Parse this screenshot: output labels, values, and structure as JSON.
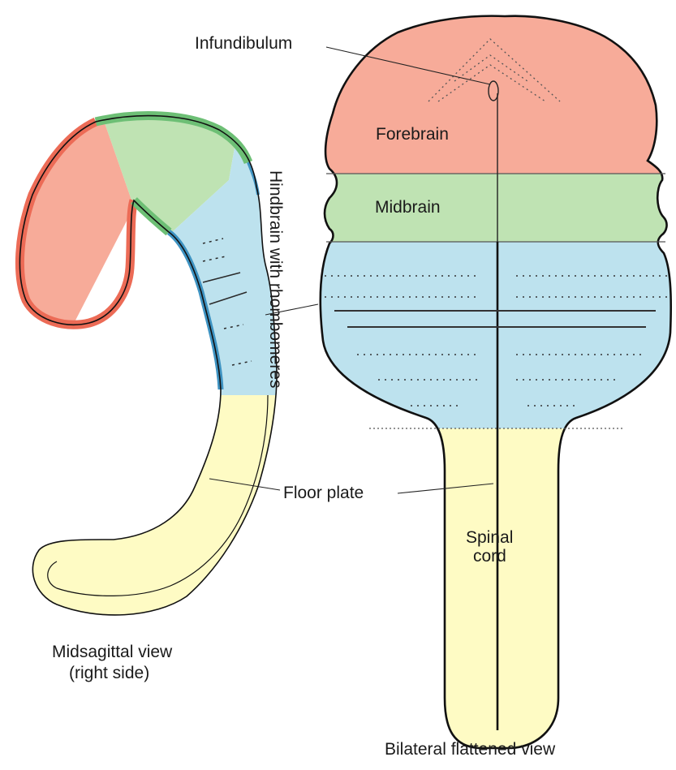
{
  "diagram": {
    "labels": {
      "infundibulum": "Infundibulum",
      "forebrain": "Forebrain",
      "midbrain": "Midbrain",
      "hindbrain": "Hindbrain with rhombomeres",
      "floor_plate": "Floor plate",
      "spinal_cord_line1": "Spinal",
      "spinal_cord_line2": "cord"
    },
    "captions": {
      "midsagittal_line1": "Midsagittal view",
      "midsagittal_line2": "(right side)",
      "bilateral": "Bilateral flattened view"
    },
    "colors": {
      "forebrain": "#f7ab99",
      "forebrain_wall": "#ec6b56",
      "midbrain": "#bfe3b3",
      "midbrain_wall": "#6dbf75",
      "hindbrain": "#bde2ee",
      "hindbrain_wall": "#3e93c2",
      "spinal_cord": "#fefbc4",
      "spinal_wall": "#e7e36b",
      "outline": "#111111"
    }
  }
}
